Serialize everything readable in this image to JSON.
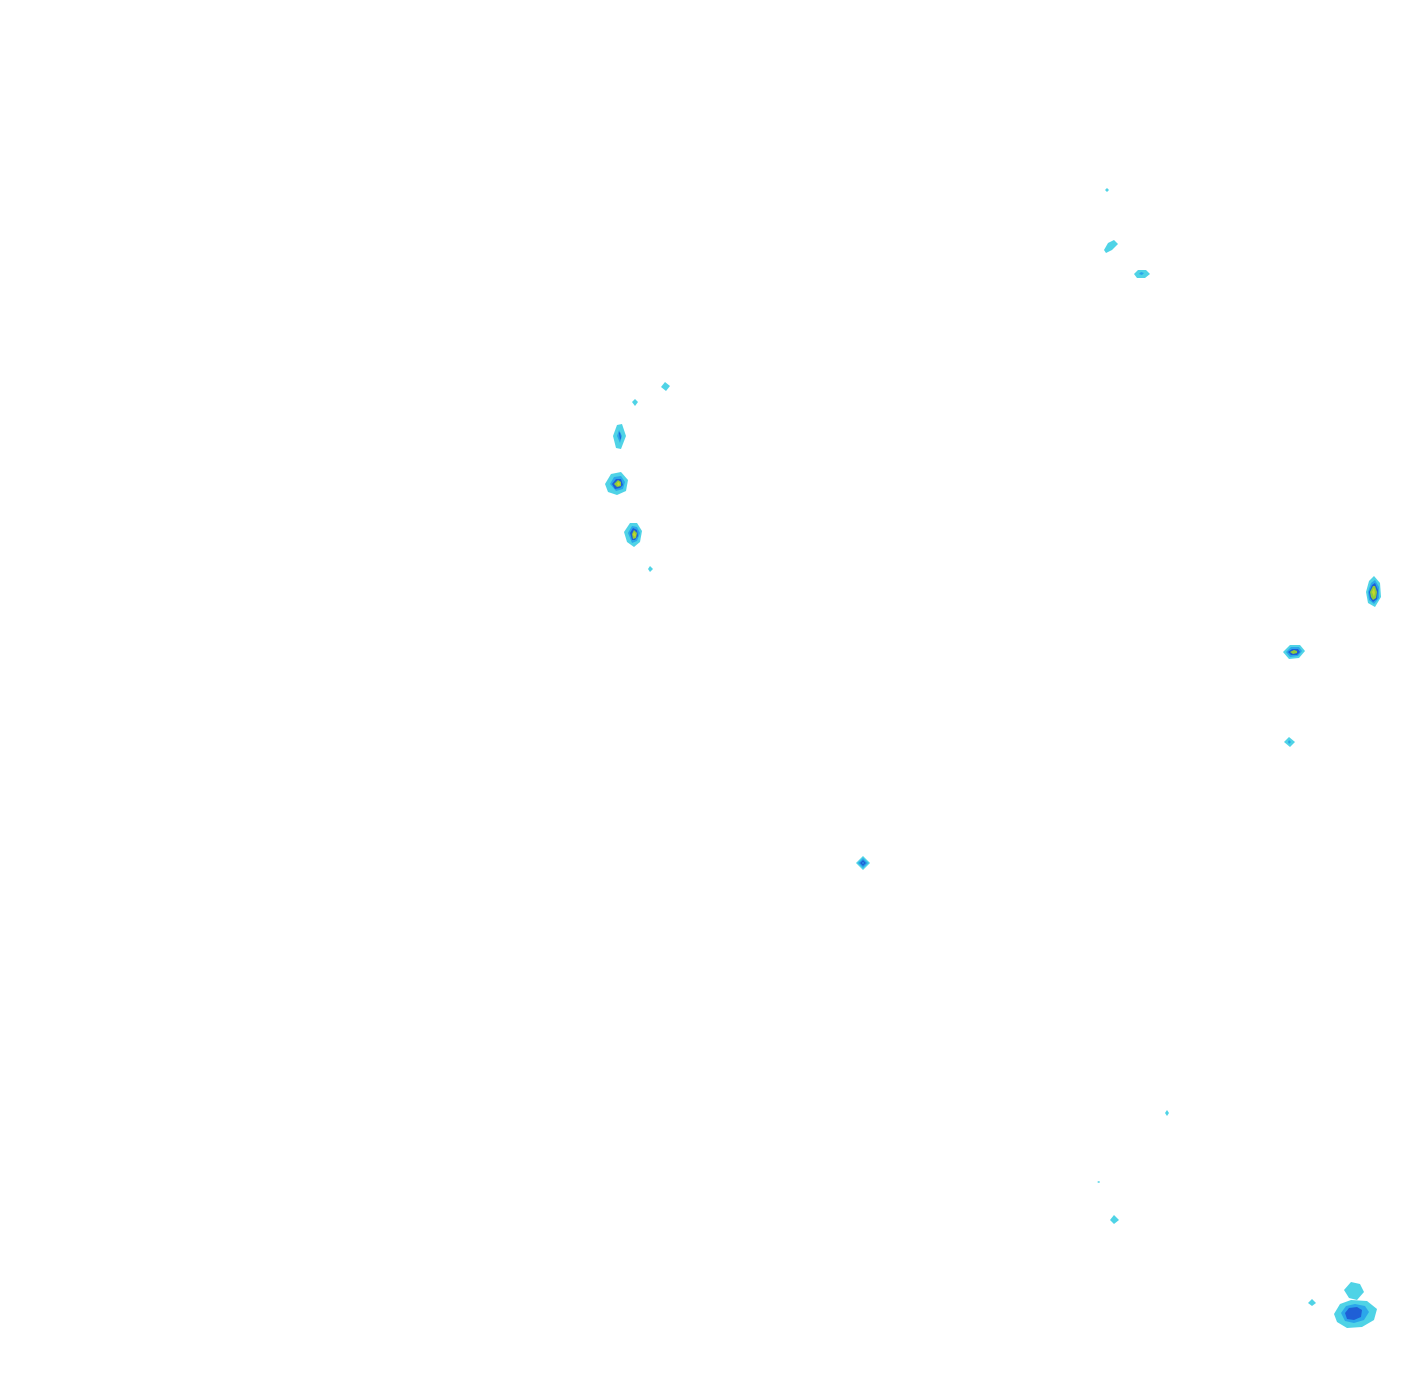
{
  "map": {
    "background": "#ffffff",
    "colors": {
      "level_1": "#4fd3e6",
      "level_2": "#2ba6ea",
      "level_3": "#1f5fd6",
      "level_4": "#8fcc3a",
      "level_5": "#c9d62a",
      "outline": "#1a8fd0"
    },
    "cells": [
      {
        "id": "cell-a",
        "peak_level": 1
      },
      {
        "id": "cell-b",
        "peak_level": 1
      },
      {
        "id": "cell-c",
        "peak_level": 1
      },
      {
        "id": "cell-d",
        "peak_level": 1
      },
      {
        "id": "cell-e",
        "peak_level": 1
      },
      {
        "id": "cell-f",
        "peak_level": 3
      },
      {
        "id": "cell-g",
        "peak_level": 5
      },
      {
        "id": "cell-h",
        "peak_level": 5
      },
      {
        "id": "cell-i",
        "peak_level": 1
      },
      {
        "id": "cell-j",
        "peak_level": 5
      },
      {
        "id": "cell-k",
        "peak_level": 4
      },
      {
        "id": "cell-l",
        "peak_level": 1
      },
      {
        "id": "cell-m",
        "peak_level": 3
      },
      {
        "id": "cell-n",
        "peak_level": 1
      },
      {
        "id": "cell-o",
        "peak_level": 1
      },
      {
        "id": "cell-p",
        "peak_level": 1
      },
      {
        "id": "cell-q",
        "peak_level": 1
      },
      {
        "id": "cell-r",
        "peak_level": 3
      }
    ]
  }
}
